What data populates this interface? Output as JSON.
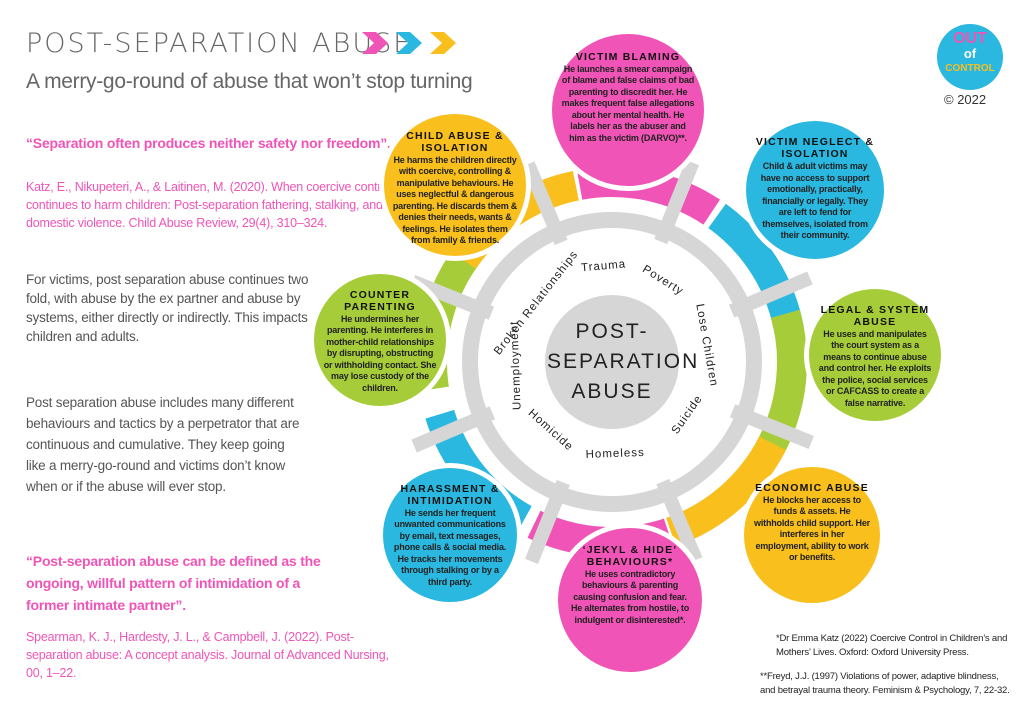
{
  "header": {
    "title": "POST-SEPARATION ABUSE",
    "subtitle": "A merry-go-round of abuse that won’t stop turning"
  },
  "logo": {
    "text_top": "OUT",
    "text_mid": "of",
    "text_bottom": "CONTROL",
    "copyright": "© 2022"
  },
  "colors": {
    "pink": "#f054b7",
    "cyan": "#2bb8e0",
    "yellow": "#f9bf1c",
    "green": "#a6cd39",
    "gray": "#d6d6d6"
  },
  "left": {
    "quote1": "“Separation often produces neither safety nor freedom”.",
    "cite1": "Katz, E., Nikupeteri, A., & Laitinen, M. (2020). When coercive control continues to harm children: Post-separation fathering, stalking, and domestic violence. Child Abuse Review, 29(4), 310–324.",
    "para1": "For victims, post separation abuse continues two fold, with abuse by the ex partner and abuse by systems, either directly or indirectly. This impacts children and adults.",
    "para2": "Post separation abuse includes many different behaviours and tactics by a perpetrator that are continuous  and cumulative. They keep going like a merry-go-round and victims don’t know when or if the abuse will ever stop.",
    "quote2": "“Post-separation abuse can be defined as the ongoing, willful pattern of intimidation of a former intimate partner”.",
    "cite2": "Spearman, K. J., Hardesty, J. L., & Campbell, J. (2022). Post-separation abuse: A concept analysis. Journal of Advanced Nursing, 00, 1–22."
  },
  "hub": {
    "line1": "POST-",
    "line2": "SEPARATION",
    "line3": "ABUSE"
  },
  "ring_words": [
    "Broken Relationships",
    "Trauma",
    "Poverty",
    "Lose Children",
    "Suicide",
    "Homeless",
    "Homicide",
    "Unemployment"
  ],
  "bubbles": [
    {
      "title": "VICTIM BLAMING",
      "body": "He launches a smear campaign of blame and false claims of bad parenting to discredit her. He makes frequent false allegations about her mental health. He labels her as the abuser and him as the victim (DARVO)**."
    },
    {
      "title": "VICTIM NEGLECT & ISOLATION",
      "body": "Child & adult victims may have no access to support emotionally, practically,  financially or legally. They are left to fend for themselves, isolated from their community."
    },
    {
      "title": "LEGAL & SYSTEM ABUSE",
      "body": "He uses and manipulates the court system as a means to continue abuse and control her. He exploits the police, social services or CAFCASS to create a false narrative."
    },
    {
      "title": "ECONOMIC ABUSE",
      "body": "He blocks her access to funds & assets. He withholds child support.  Her interferes in her employment, ability to work or benefits."
    },
    {
      "title": "‘JEKYL & HIDE’ BEHAVIOURS*",
      "body": "He uses contradictory behaviours & parenting causing confusion and fear. He alternates from hostile, to indulgent or disinterested*."
    },
    {
      "title": "HARASSMENT & INTIMIDATION",
      "body": "He sends her frequent unwanted communications by email, text messages, phone calls & social media. He tracks her movements through stalking or by a third party."
    },
    {
      "title": "COUNTER PARENTING",
      "body": "He undermines her parenting. He interferes in mother-child relationships by disrupting, obstructing or withholding contact. She may lose custody of the children."
    },
    {
      "title": "CHILD ABUSE & ISOLATION",
      "body": "He harms the children directly with coercive, controlling & manipulative behaviours.  He uses  neglectful & dangerous parenting. He discards them & denies their needs, wants & feelings. He isolates them from family & friends."
    }
  ],
  "footnotes": {
    "ref1": "*Dr Emma Katz (2022) Coercive Control in Children’s and Mothers’ Lives. Oxford: Oxford University Press.",
    "ref2": "**Freyd, J.J. (1997) Violations of power, adaptive blindness, and betrayal trauma theory. Feminism & Psychology, 7, 22-32."
  }
}
